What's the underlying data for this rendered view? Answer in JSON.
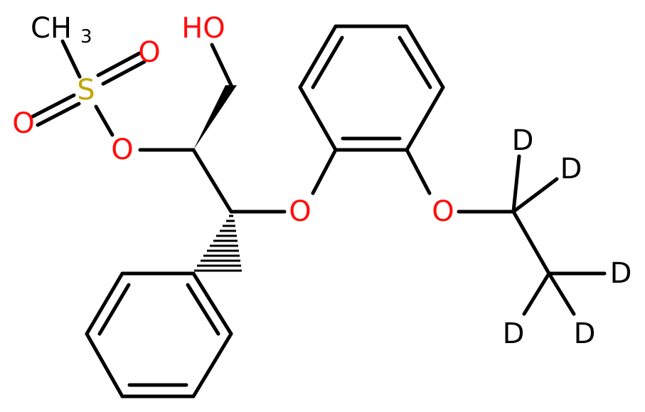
{
  "colors": {
    "bond": "#000000",
    "carbon": "#000000",
    "oxygen": "#ff0d0d",
    "sulfur": "#c2a500",
    "deuterium": "#000000"
  },
  "atoms": {
    "hydroxyl": "HO",
    "methyl_main": "CH",
    "methyl_sub": "3",
    "sulfur": "S",
    "oxygen": "O",
    "deuterium": "D"
  }
}
